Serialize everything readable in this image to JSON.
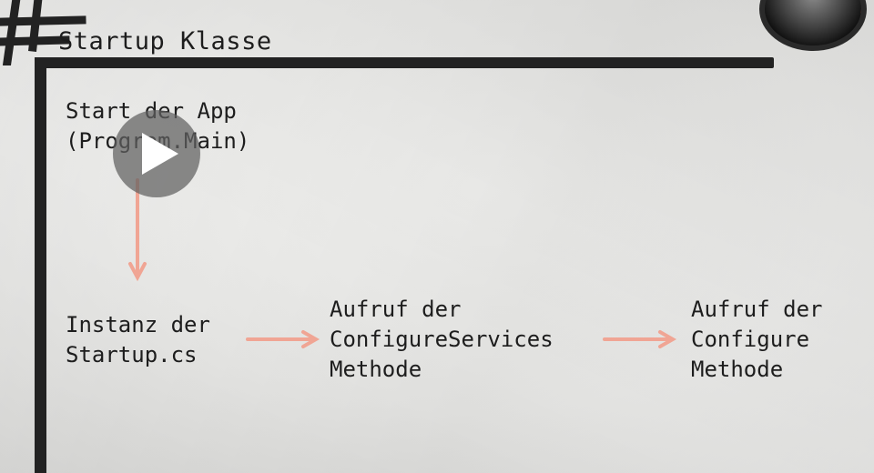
{
  "slide": {
    "title": "Startup Klasse"
  },
  "steps": {
    "start": {
      "line1": "Start der App",
      "line2": "(Program.Main)"
    },
    "instance": {
      "line1": "Instanz der",
      "line2": "Startup.cs"
    },
    "configure_services": {
      "line1": "Aufruf der",
      "line2": "ConfigureServices",
      "line3": "Methode"
    },
    "configure": {
      "line1": "Aufruf der",
      "line2": "Configure",
      "line3": "Methode"
    }
  },
  "video": {
    "control": "play-icon"
  },
  "colors": {
    "arrow": "#f0a594",
    "rule": "#222222",
    "background": "#e8e8e6",
    "text": "#1d1d1d",
    "avatar_accent": "#e4917c"
  }
}
